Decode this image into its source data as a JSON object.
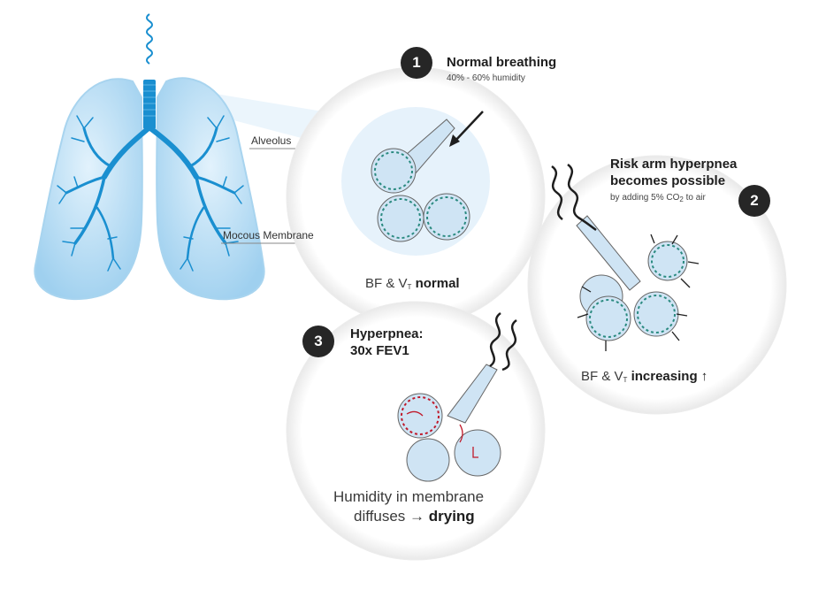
{
  "lung_labels": {
    "alveolus": "Alveolus",
    "membrane": "Mocous Membrane"
  },
  "stages": [
    {
      "number": "1",
      "title": "Normal breathing",
      "subtitle": "40% - 60% humidity",
      "caption_prefix": "BF & V",
      "caption_sub": "T",
      "caption_bold": "normal"
    },
    {
      "number": "2",
      "title_line1": "Risk arm hyperpnea",
      "title_line2": "becomes possible",
      "subtitle_prefix": "by adding 5% CO",
      "subtitle_sub": "2",
      "subtitle_suffix": " to air",
      "caption_prefix": "BF & V",
      "caption_sub": "T",
      "caption_bold": "increasing",
      "caption_arrow": "↑"
    },
    {
      "number": "3",
      "title_line1": "Hyperpnea:",
      "title_line2": "30x FEV1",
      "caption_line1": "Humidity in membrane",
      "caption_line2_prefix": "diffuses → ",
      "caption_line2_bold": "drying"
    }
  ],
  "colors": {
    "lung_fill": "#bfe0f5",
    "bronchi": "#1a8fd0",
    "circle_stroke": "#e6e6e6",
    "alveoli_fill": "#cfe4f4",
    "membrane_teal": "#2a8a80",
    "drying_red": "#c0192a",
    "badge": "#262626"
  }
}
